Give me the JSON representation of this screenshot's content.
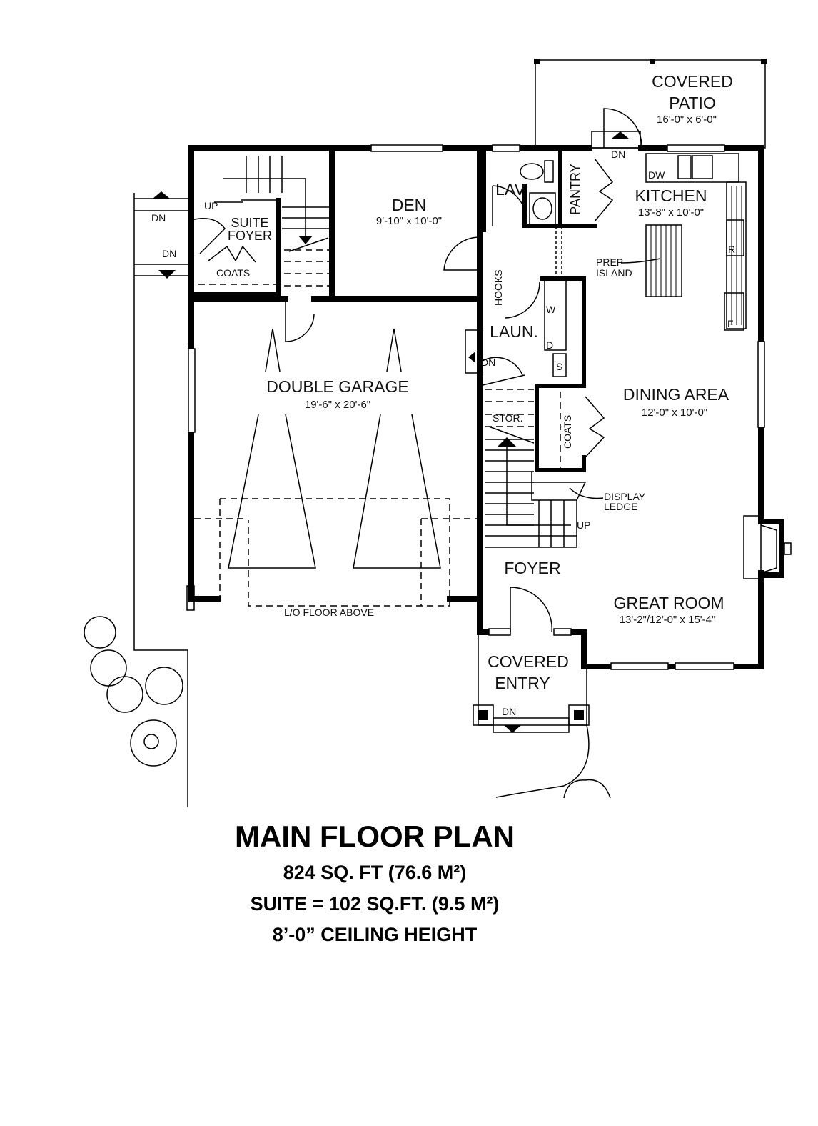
{
  "rooms": {
    "covered_patio": {
      "name_1": "COVERED",
      "name_2": "PATIO",
      "dims": "16'-0\" x 6'-0\""
    },
    "den": {
      "name": "DEN",
      "dims": "9'-10\" x 10'-0\""
    },
    "suite_foyer": {
      "name_1": "SUITE",
      "name_2": "FOYER"
    },
    "lav": {
      "name": "LAV"
    },
    "pantry": {
      "name": "PANTRY"
    },
    "kitchen": {
      "name": "KITCHEN",
      "dims": "13'-8\" x 10'-0\""
    },
    "prep_island": {
      "name_1": "PREP",
      "name_2": "ISLAND"
    },
    "laundry": {
      "name": "LAUN."
    },
    "double_garage": {
      "name": "DOUBLE GARAGE",
      "dims": "19'-6\" x 20'-6\""
    },
    "dining_area": {
      "name": "DINING AREA",
      "dims": "12'-0\" x 10'-0\""
    },
    "foyer": {
      "name": "FOYER"
    },
    "great_room": {
      "name": "GREAT ROOM",
      "dims": "13'-2\"/12'-0\" x 15'-4\""
    },
    "covered_entry": {
      "name_1": "COVERED",
      "name_2": "ENTRY"
    }
  },
  "labels": {
    "up": "UP",
    "dn": "DN",
    "coats": "COATS",
    "hooks": "HOOKS",
    "stor": "STOR.",
    "display_ledge_1": "DISPLAY",
    "display_ledge_2": "LEDGE",
    "lo_floor_above": "L/O FLOOR ABOVE",
    "dw": "DW",
    "washer": "W",
    "dryer": "D",
    "sink": "S",
    "range": "R",
    "fridge": "F"
  },
  "caption": {
    "title": "MAIN FLOOR PLAN",
    "area": "824 SQ. FT (76.6 M²)",
    "suite": "SUITE = 102 SQ.FT. (9.5 M²)",
    "ceiling": "8’-0” CEILING HEIGHT"
  },
  "colors": {
    "ink": "#000000",
    "background": "#ffffff"
  }
}
